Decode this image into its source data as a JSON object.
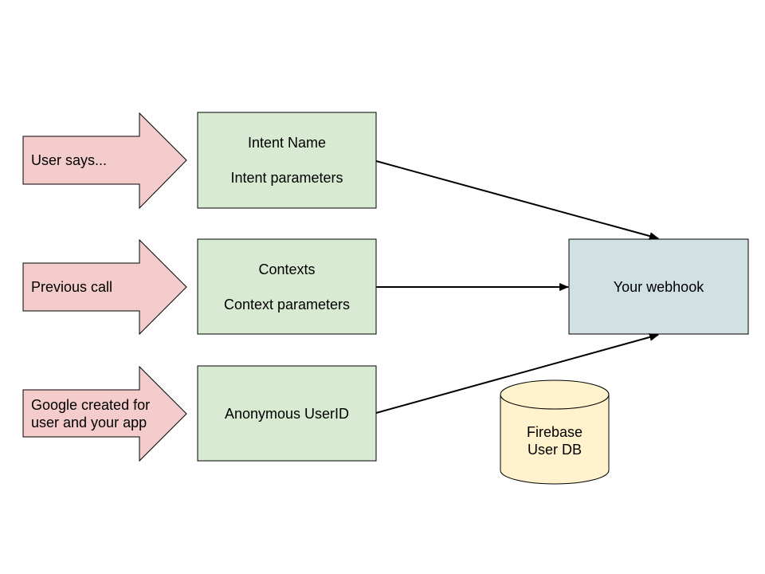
{
  "inputs": [
    {
      "label_lines": [
        "User says..."
      ]
    },
    {
      "label_lines": [
        "Previous call"
      ]
    },
    {
      "label_lines": [
        "Google created for",
        "user and your app"
      ]
    }
  ],
  "boxes": [
    {
      "line1": "Intent Name",
      "line2": "Intent parameters"
    },
    {
      "line1": "Contexts",
      "line2": "Context parameters"
    },
    {
      "line1": "Anonymous UserID"
    }
  ],
  "webhook": {
    "label": "Your webhook"
  },
  "database": {
    "label_lines": [
      "Firebase",
      "User DB"
    ]
  },
  "colors": {
    "input_fill": "#f4cccc",
    "box_fill": "#d9ead3",
    "webhook_fill": "#d0e0e3",
    "db_fill": "#fff2cc",
    "stroke": "#000000"
  }
}
